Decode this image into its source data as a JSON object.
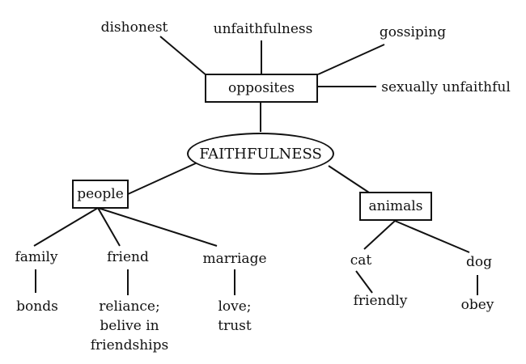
{
  "central": "FAITHFULNESS",
  "opposites": {
    "label": "opposites",
    "items": [
      "dishonest",
      "unfaithfulness",
      "gossiping",
      "sexually unfaithful"
    ]
  },
  "people": {
    "label": "people",
    "children": [
      {
        "label": "family",
        "detail": "bonds"
      },
      {
        "label": "friend",
        "detail": [
          "reliance;",
          "belive in",
          "friendships"
        ]
      },
      {
        "label": "marriage",
        "detail": [
          "love;",
          "trust"
        ]
      }
    ]
  },
  "animals": {
    "label": "animals",
    "children": [
      {
        "label": "cat",
        "detail": "friendly"
      },
      {
        "label": "dog",
        "detail": "obey"
      }
    ]
  }
}
